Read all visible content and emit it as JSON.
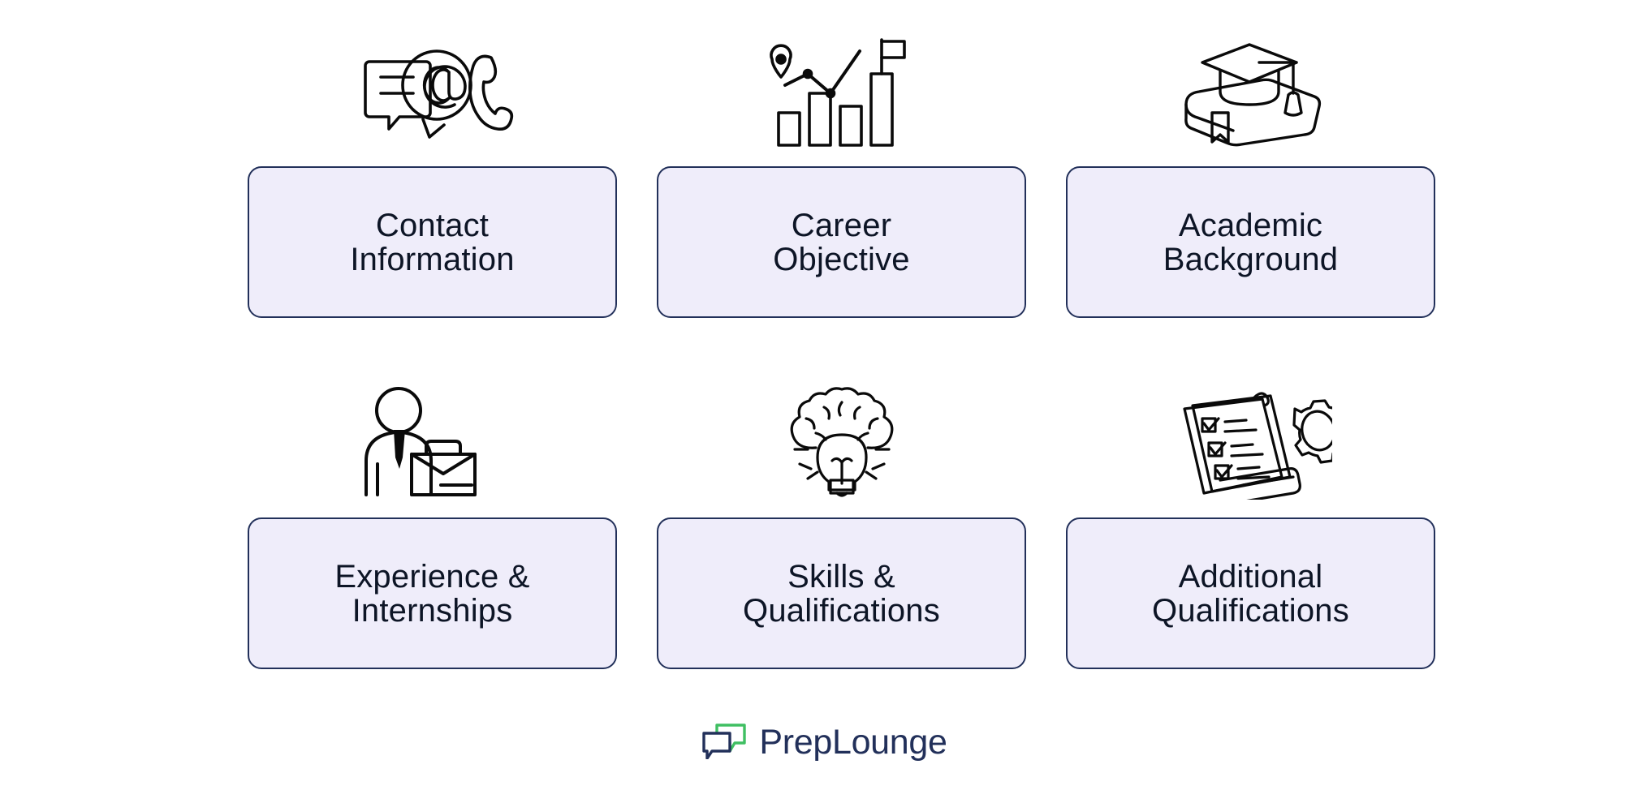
{
  "page": {
    "background_color": "#FFFFFF",
    "card_fill": "#EFEDFA",
    "card_border": "#22305A",
    "text_color": "#0D1526",
    "icon_stroke": "#0A0A0A"
  },
  "sections": [
    {
      "id": "contact-information",
      "label": "Contact\nInformation",
      "icon": "email-phone-contact-icon"
    },
    {
      "id": "career-objective",
      "label": "Career\nObjective",
      "icon": "growth-chart-goal-icon"
    },
    {
      "id": "academic-background",
      "label": "Academic\nBackground",
      "icon": "graduation-cap-book-icon"
    },
    {
      "id": "experience-internships",
      "label": "Experience &\nInternships",
      "icon": "businessperson-briefcase-icon"
    },
    {
      "id": "skills-qualifications",
      "label": "Skills &\nQualifications",
      "icon": "brain-lightbulb-icon"
    },
    {
      "id": "additional-qualifications",
      "label": "Additional\nQualifications",
      "icon": "checklist-gear-icon"
    }
  ],
  "footer": {
    "brand_name": "PrepLounge",
    "logo_icon": "speech-bubbles-logo-icon",
    "logo_green": "#3FBF62",
    "logo_navy": "#22305A"
  }
}
